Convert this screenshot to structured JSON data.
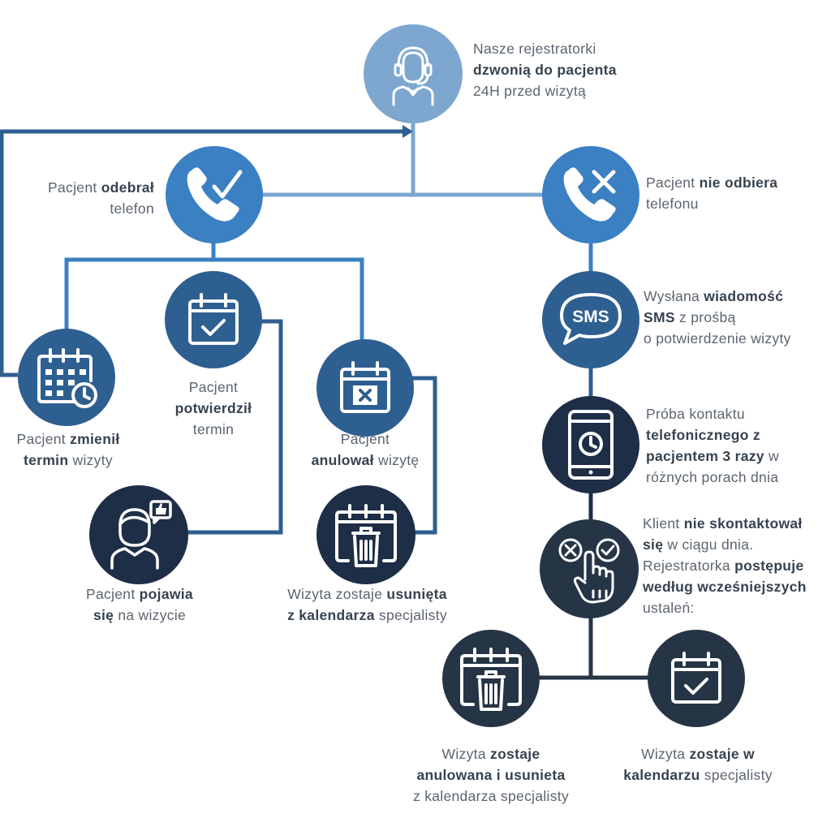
{
  "colors": {
    "light": "#7da7cf",
    "mid": "#3a80c3",
    "steel": "#2e5f91",
    "navy": "#1d2e46",
    "darkgrey": "#263545"
  },
  "nodes": {
    "call": {
      "pre": "Nasze rejestratorki",
      "bold": "dzwonią do pacjenta",
      "post": "24H przed wizytą",
      "icon": "receptionist-headset-icon"
    },
    "answered": {
      "pre": "Pacjent ",
      "bold": "odebrał",
      "post": "telefon",
      "icon": "phone-check-icon"
    },
    "not_answered": {
      "pre": "Pacjent ",
      "bold": "nie odbiera",
      "post": "telefonu",
      "icon": "phone-x-icon"
    },
    "changed": {
      "pre": "Pacjent ",
      "bold": "zmienił",
      "bold2": "termin",
      "post": " wizyty",
      "icon": "calendar-clock-icon"
    },
    "confirmed": {
      "pre": "Pacjent",
      "bold": "potwierdził",
      "post": "termin",
      "icon": "calendar-check-icon"
    },
    "cancelled": {
      "pre": "Pacjent",
      "bold": "anulował",
      "post": " wizytę",
      "icon": "calendar-x-icon"
    },
    "appears": {
      "pre": "Pacjent ",
      "bold": "pojawia",
      "bold2": "się",
      "post": " na wizycie",
      "icon": "patient-thumbs-up-icon"
    },
    "removed": {
      "pre": "Wizyta zostaje ",
      "bold": "usunięta",
      "bold2": "z kalendarza",
      "post": " specjalisty",
      "icon": "calendar-trash-icon"
    },
    "sms": {
      "pre": "Wysłana ",
      "bold": "wiadomość",
      "bold2": "SMS",
      "mid": " z prośbą",
      "post": "o potwierdzenie wizyty",
      "icon_text": "SMS"
    },
    "calls3": {
      "pre": "Próba kontaktu",
      "bold": "telefonicznego z",
      "bold2": "pacjentem 3 razy",
      "mid": " w",
      "post": "różnych porach dnia",
      "icon": "phone-clock-icon"
    },
    "no_contact": {
      "pre": "Klient ",
      "bold": "nie skontaktował",
      "bold2": "się",
      "mid": " w ciągu dnia.",
      "pre2": "Rejestratorka ",
      "bold3": "postępuje",
      "bold4": "według wcześniejszych",
      "post": "ustaleń:",
      "icon": "choice-hand-pointer-icon"
    },
    "final_cancel": {
      "pre": "Wizyta ",
      "bold": "zostaje",
      "bold2": "anulowana i usunieta",
      "post": "z kalendarza specjalisty",
      "icon": "calendar-trash-icon"
    },
    "final_keep": {
      "pre": "Wizyta ",
      "bold": "zostaje w",
      "bold2": "kalendarzu",
      "post": " specjalisty",
      "icon": "calendar-check-icon"
    }
  }
}
